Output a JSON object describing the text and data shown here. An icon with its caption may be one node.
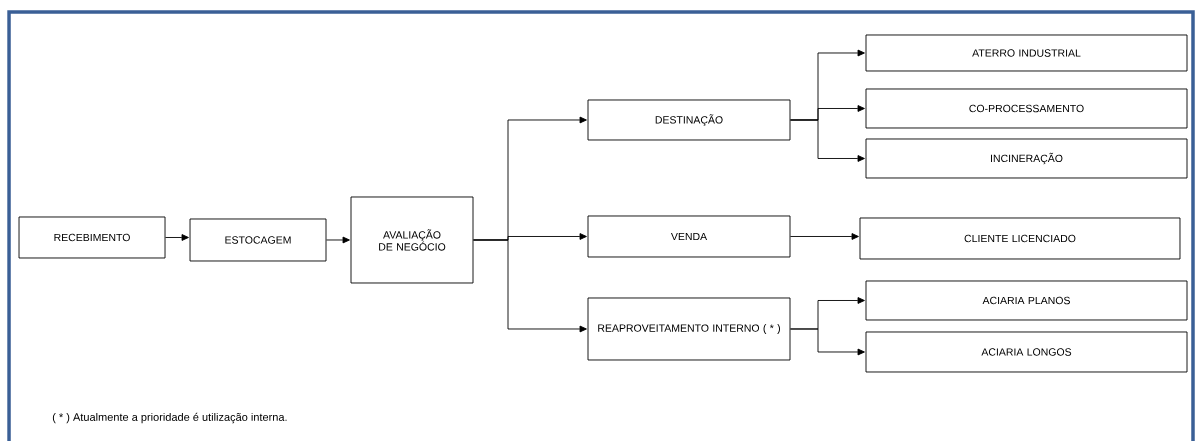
{
  "diagram": {
    "nodes": [
      {
        "text": [
          "RECEBIMENTO"
        ]
      },
      {
        "text": [
          "ESTOCAGEM"
        ]
      },
      {
        "text": [
          "AVALIAÇÃO DE NEGÓCIO"
        ]
      },
      {
        "text": [
          "DESTINAÇÃO"
        ]
      },
      {
        "text": [
          "VENDA"
        ]
      },
      {
        "text": [
          "REAPROVEITAMENTO INTERNO ( * )"
        ]
      },
      {
        "text": [
          "ATERRO INDUSTRIAL"
        ]
      },
      {
        "text": [
          "CO-PROCESSAMENTO"
        ]
      },
      {
        "text": [
          "INCINERAÇÃO"
        ]
      },
      {
        "text": [
          "CLIENTE LICENCIADO"
        ]
      },
      {
        "text": [
          "ACIARIA PLANOS"
        ]
      },
      {
        "text": [
          "ACIARIA LONGOS"
        ]
      }
    ],
    "edges": [
      {
        "from": 0,
        "to": 1,
        "arrow": "to"
      },
      {
        "from": 1,
        "to": 2,
        "arrow": "to"
      },
      {
        "from": 2,
        "to": 3,
        "arrow": "to"
      },
      {
        "from": 2,
        "to": 4,
        "arrow": "to"
      },
      {
        "from": 2,
        "to": 5,
        "arrow": "to"
      },
      {
        "from": 3,
        "to": 6,
        "arrow": "to"
      },
      {
        "from": 3,
        "to": 7,
        "arrow": "to"
      },
      {
        "from": 3,
        "to": 8,
        "arrow": "to"
      },
      {
        "from": 4,
        "to": 9,
        "arrow": "to"
      },
      {
        "from": 5,
        "to": 10,
        "arrow": "to"
      },
      {
        "from": 5,
        "to": 11,
        "arrow": "to"
      }
    ],
    "labels": [
      "( * ) Atualmente a prioridade é utilização interna."
    ]
  }
}
